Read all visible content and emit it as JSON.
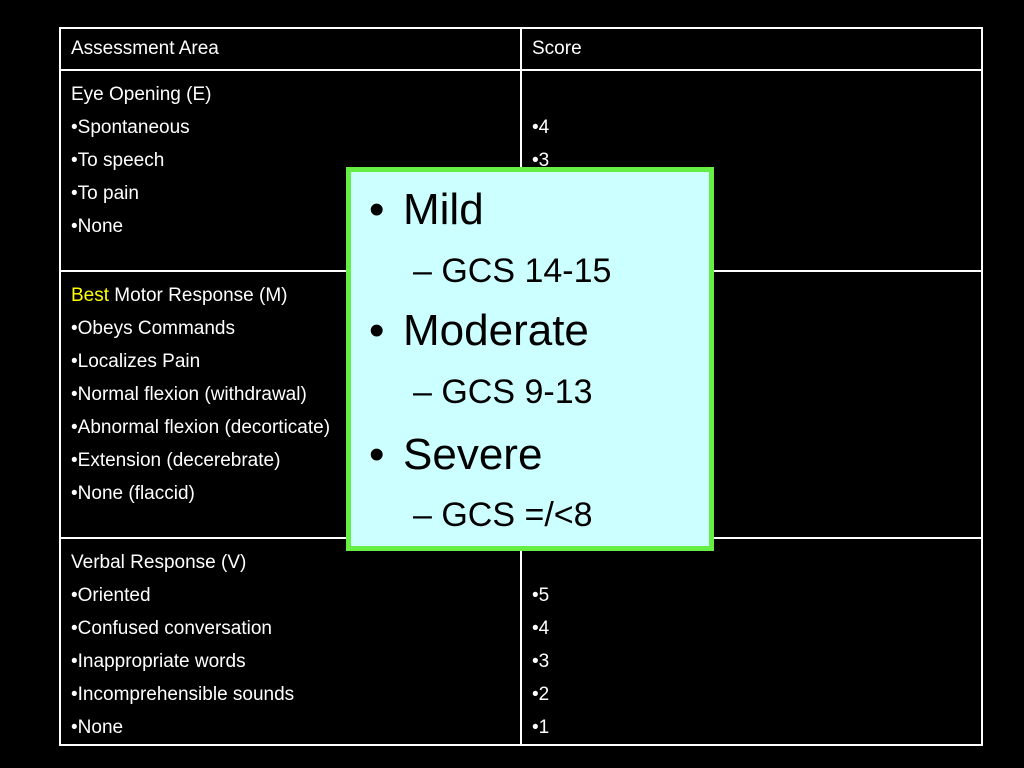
{
  "table": {
    "header": {
      "area": "Assessment Area",
      "score": "Score"
    },
    "eye": {
      "title": "Eye Opening (E)",
      "items": [
        "•Spontaneous",
        "•To speech",
        "•To pain",
        "•None"
      ],
      "scores": [
        "•4",
        "•3"
      ]
    },
    "motor": {
      "title_highlight": "Best",
      "title_rest": " Motor Response (M)",
      "items": [
        "•Obeys Commands",
        "•Localizes Pain",
        "•Normal flexion (withdrawal)",
        "•Abnormal flexion (decorticate)",
        "•Extension (decerebrate)",
        "•None (flaccid)"
      ]
    },
    "verbal": {
      "title": "Verbal Response (V)",
      "items": [
        "•Oriented",
        "•Confused conversation",
        "•Inappropriate words",
        "•Incomprehensible sounds",
        "•None"
      ],
      "scores": [
        "•5",
        "•4",
        "•3",
        "•2",
        "•1"
      ]
    }
  },
  "overlay": {
    "levels": [
      {
        "bullet": "•",
        "label": "Mild",
        "range": "– GCS 14-15"
      },
      {
        "bullet": "•",
        "label": "Moderate",
        "range": "– GCS 9-13"
      },
      {
        "bullet": "•",
        "label": "Severe",
        "range": "– GCS =/<8"
      }
    ]
  },
  "colors": {
    "background": "#000000",
    "text": "#ffffff",
    "highlight": "#ffff00",
    "overlay_fill": "#ccffff",
    "overlay_border": "#66ee44"
  }
}
